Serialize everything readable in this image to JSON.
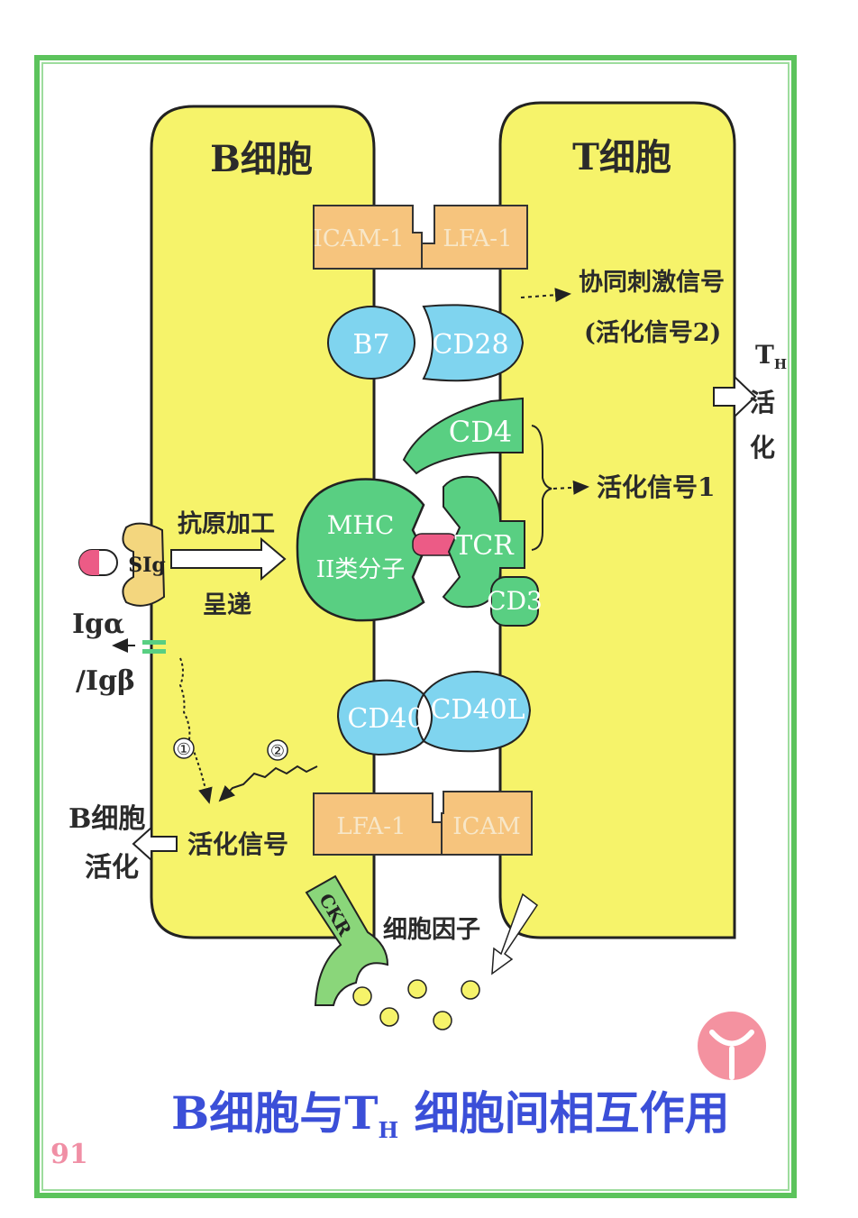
{
  "diagram": {
    "title": "B细胞与T",
    "title_sub": "H",
    "title_end": " 细胞间相互作用",
    "page_number": "91",
    "b_cell": {
      "label": "B细胞"
    },
    "t_cell": {
      "label": "T细胞"
    },
    "molecules": {
      "icam_top": "ICAM-1",
      "lfa_top": "LFA-1",
      "b7": "B7",
      "cd28": "CD28",
      "cd4": "CD4",
      "mhc_line1": "MHC",
      "mhc_line2": "II类分子",
      "tcr": "TCR",
      "cd3": "CD3",
      "cd40": "CD40",
      "cd40l": "CD40L",
      "lfa_bottom": "LFA-1",
      "icam_bottom": "ICAM",
      "sig": "SIg",
      "ckr": "CKR"
    },
    "labels": {
      "costim_line1": "协同刺激信号",
      "costim_line2": "(活化信号2)",
      "th_t": "T",
      "th_h": "H",
      "th_act1": "活",
      "th_act2": "化",
      "signal1": "活化信号1",
      "antigen_line1": "抗原加工",
      "antigen_line2": "呈递",
      "iga": "Igα",
      "igb": "/Igβ",
      "circle1": "①",
      "circle2": "②",
      "activation_signal": "活化信号",
      "b_act_line1": "B细胞",
      "b_act_line2": "活化",
      "cytokine": "细胞因子"
    }
  }
}
